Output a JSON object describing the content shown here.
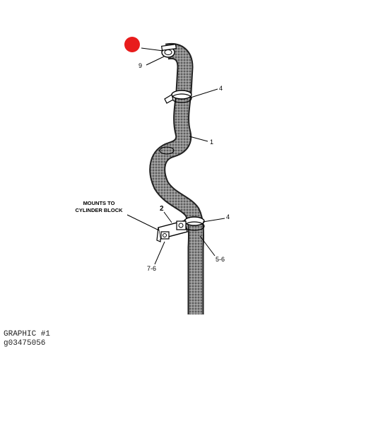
{
  "diagram": {
    "marker_color": "#e81c1c",
    "callouts": {
      "top_fitting": "9",
      "upper_clamp": "4",
      "hose": "1",
      "bracket": "2",
      "lower_clamp": "4",
      "lower_clamp_bolts": "5-6",
      "bracket_bolts": "7-6"
    },
    "note_line1": "MOUNTS TO",
    "note_line2": "CYLINDER BLOCK"
  },
  "caption": {
    "title": "GRAPHIC #1",
    "code": "g03475056"
  }
}
